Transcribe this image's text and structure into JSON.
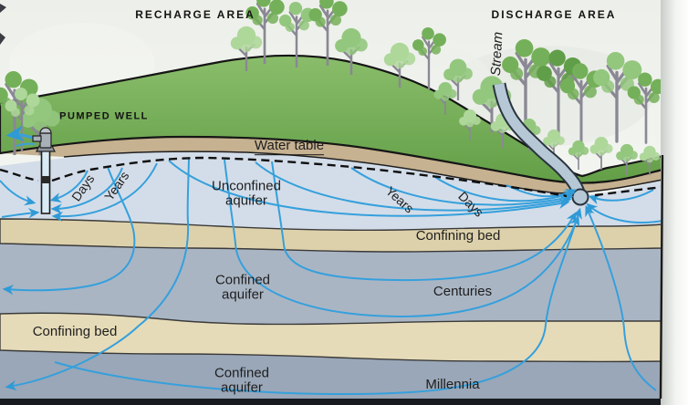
{
  "labels": {
    "recharge_area": "RECHARGE AREA",
    "discharge_area": "DISCHARGE AREA",
    "pumped_well": "PUMPED WELL",
    "water_table": "Water table",
    "stream": "Stream",
    "days_left": "Days",
    "years_left": "Years",
    "years_right": "Years",
    "days_right": "Days",
    "unconfined_aquifer": "Unconfined\naquifer",
    "confining_bed_upper": "Confining bed",
    "confined_aquifer_upper": "Confined\naquifer",
    "centuries": "Centuries",
    "confining_bed_lower": "Confining bed",
    "confined_aquifer_lower": "Confined\naquifer",
    "millennia": "Millennia"
  },
  "colors": {
    "ink": "#1e1e1e",
    "sky": "#f0f2ee",
    "grass": "#7cb25d",
    "soil": "#c6b190",
    "unconfined_aquifer": "#c9d4e1",
    "confining_bed": "#ddd1ab",
    "confined_aquifer": "#9fabbc",
    "deep_aquifer": "#92a0b2",
    "base_band": "#171a1f",
    "flow_line": "#35a0dc",
    "stream_water": "#b6c8d6",
    "foliage": "#7eb863",
    "trunk": "#8a8894"
  }
}
